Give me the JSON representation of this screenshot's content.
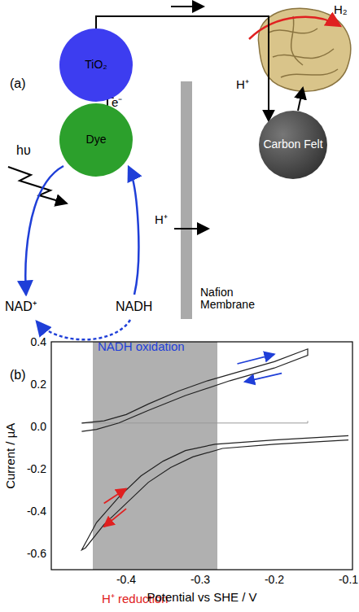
{
  "diagram": {
    "nodes": [
      {
        "text": [
          "TiO₂"
        ]
      },
      {
        "text": [
          "Dye"
        ]
      },
      {
        "text": [
          "Carbon Felt"
        ]
      }
    ],
    "edges": [
      {
        "from": 1,
        "to": 0,
        "arrow": "to",
        "label": "e⁻"
      },
      {
        "from": 0,
        "to": 2,
        "arrow": "to"
      }
    ],
    "labels": [
      "(a)",
      "hυ",
      "NAD⁺",
      "NADH",
      "H⁺",
      "Nafion Membrane",
      "H⁺",
      "H₂",
      "(b)",
      "NADH oxidation",
      "H⁺ reduction",
      "0.4",
      "0.2",
      "0.0",
      "-0.2",
      "-0.4",
      "-0.6",
      "-0.4",
      "-0.3",
      "-0.2",
      "-0.1",
      "Current / µA",
      "Potential vs SHE / V"
    ]
  }
}
